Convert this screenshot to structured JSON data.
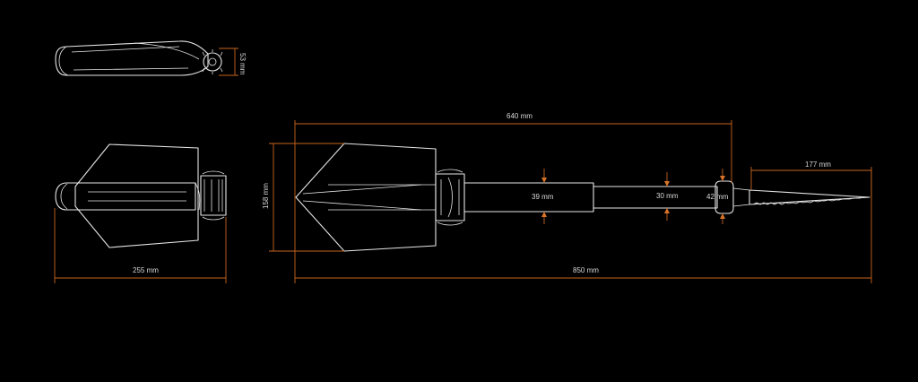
{
  "dimensions": {
    "folded_thickness": "53 mm",
    "folded_length": "255 mm",
    "blade_width": "158 mm",
    "extended_length": "640 mm",
    "total_length": "850 mm",
    "saw_length": "177 mm",
    "handle_diameter": "39 mm",
    "shaft_diameter": "30 mm",
    "grip_diameter": "42 mm"
  },
  "colors": {
    "background": "#000000",
    "outline": "#e6e6e6",
    "dimension_line": "#c8641e",
    "label_text": "#d9d9d9"
  }
}
